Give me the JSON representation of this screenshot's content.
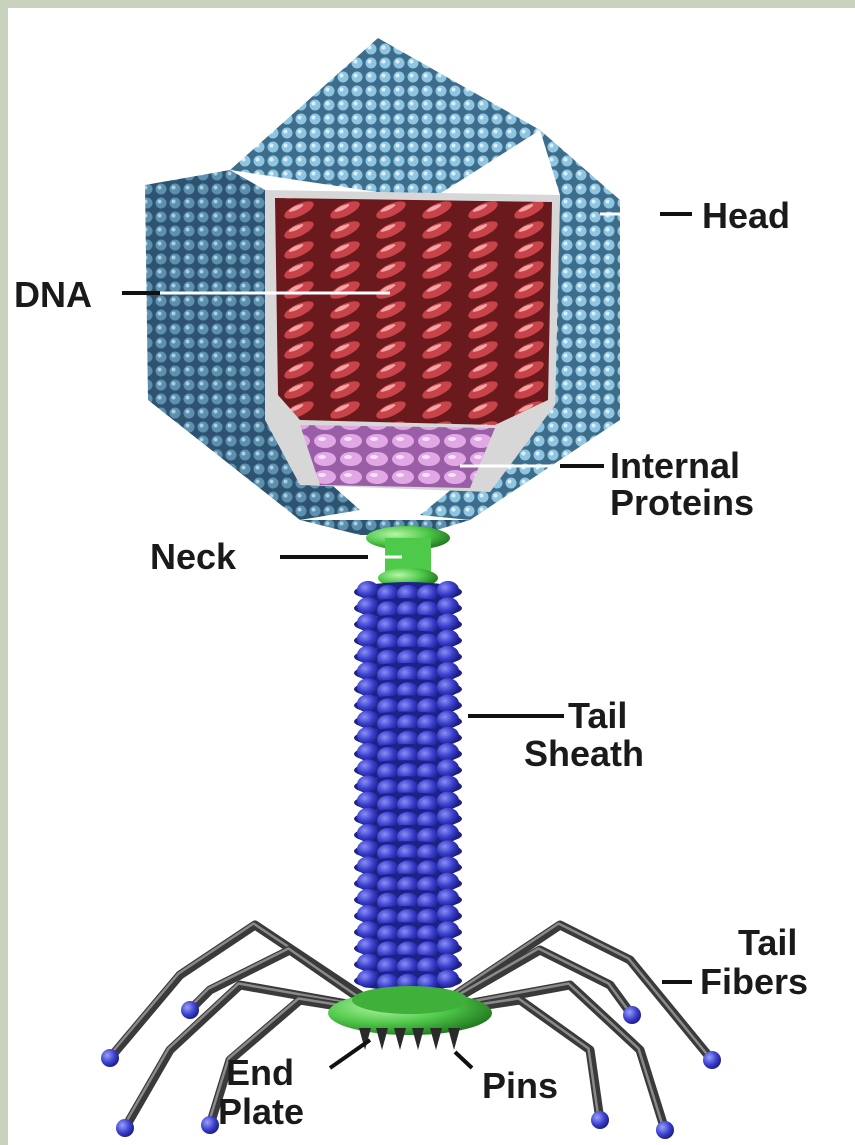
{
  "labels": {
    "head": "Head",
    "dna": "DNA",
    "internal_proteins_line1": "Internal",
    "internal_proteins_line2": "Proteins",
    "neck": "Neck",
    "tail_sheath_line1": "Tail",
    "tail_sheath_line2": "Sheath",
    "tail_fibers_line1": "Tail",
    "tail_fibers_line2": "Fibers",
    "end_plate_line1": "End",
    "end_plate_line2": "Plate",
    "pins": "Pins"
  },
  "colors": {
    "frame": "#c9d2bd",
    "capsid_light": "#9fd0e8",
    "capsid_mid": "#6aa2c2",
    "capsid_dark": "#3e6d8c",
    "dna": "#b8383a",
    "dna_dark": "#7a1f22",
    "internal_proteins": "#d89ad8",
    "neck": "#5fcf4f",
    "tail_sheath": "#3a3fcf",
    "tail_sheath_dark": "#1e2288",
    "base_plate": "#4fc94a",
    "fiber": "#3a3a3a",
    "fiber_tip": "#3a3fcf",
    "label_text": "#1a1a1a"
  }
}
